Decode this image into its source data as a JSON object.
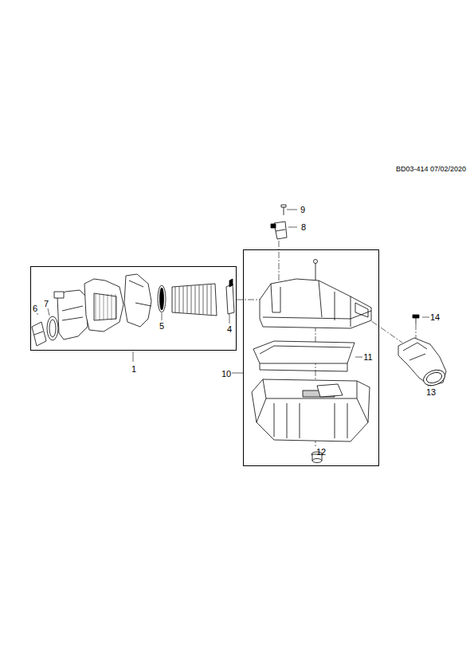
{
  "diagram": {
    "nodes": [
      {
        "text": [
          "1"
        ]
      },
      {
        "text": [
          "10"
        ]
      }
    ],
    "labels": [
      "BD03-414 07/02/2020",
      "6",
      "7",
      "5",
      "4",
      "9",
      "8",
      "11",
      "12",
      "14",
      "13"
    ]
  }
}
